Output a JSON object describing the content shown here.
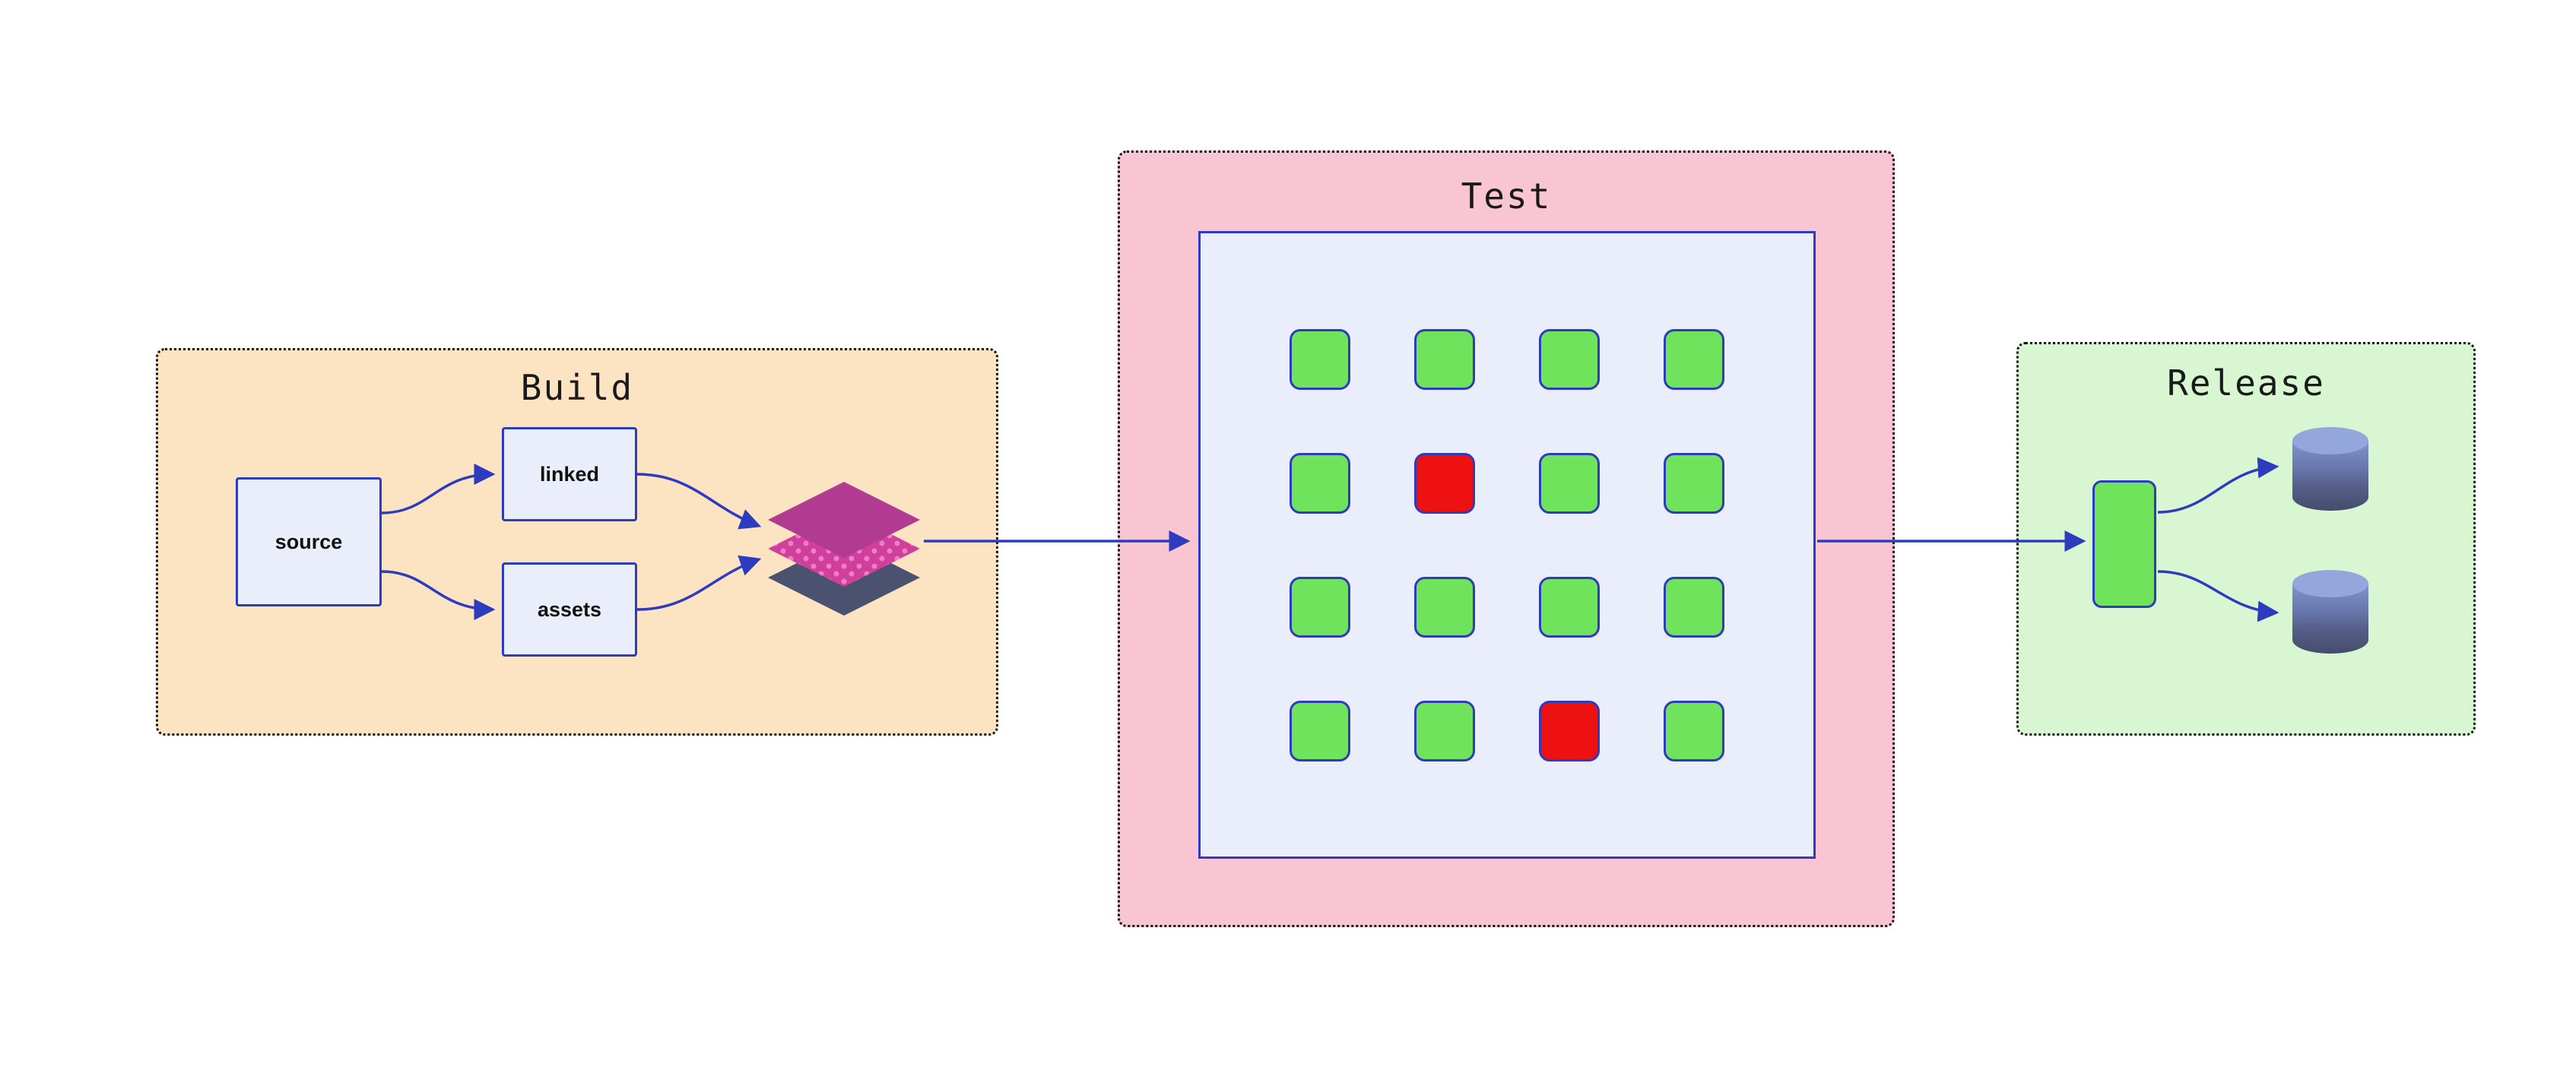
{
  "colors": {
    "accent": "#2d3bbf",
    "pass": "#70e35c",
    "fail": "#ee1111",
    "build_bg": "#fce4c2",
    "test_bg": "#f9c5d2",
    "release_bg": "#d9f6d2",
    "panel_bg": "#eaeefb"
  },
  "build": {
    "title": "Build",
    "source_label": "source",
    "linked_label": "linked",
    "assets_label": "assets",
    "layers_icon": "layer-stack-icon"
  },
  "test": {
    "title": "Test",
    "grid": {
      "rows": 4,
      "cols": 4,
      "cells": [
        [
          "pass",
          "pass",
          "pass",
          "pass"
        ],
        [
          "pass",
          "fail",
          "pass",
          "pass"
        ],
        [
          "pass",
          "pass",
          "pass",
          "pass"
        ],
        [
          "pass",
          "pass",
          "fail",
          "pass"
        ]
      ]
    }
  },
  "release": {
    "title": "Release",
    "artifact_icon": "package-icon",
    "database_icon": "database-icon",
    "database_count": 2
  },
  "connections": [
    {
      "from": "source",
      "to": "linked"
    },
    {
      "from": "source",
      "to": "assets"
    },
    {
      "from": "linked",
      "to": "layer-stack"
    },
    {
      "from": "assets",
      "to": "layer-stack"
    },
    {
      "from": "layer-stack",
      "to": "test-panel"
    },
    {
      "from": "test-panel",
      "to": "release-artifact"
    },
    {
      "from": "release-artifact",
      "to": "database-top"
    },
    {
      "from": "release-artifact",
      "to": "database-bottom"
    }
  ]
}
